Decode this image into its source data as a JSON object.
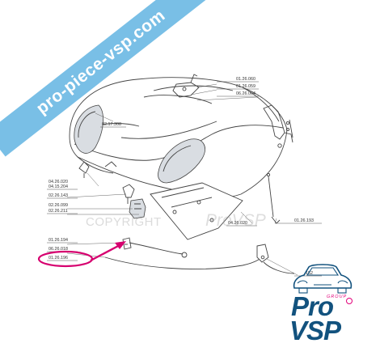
{
  "watermark": {
    "banner_text": "pro-piece-vsp.com",
    "copyright_text": "COPYRIGHT",
    "copyright_brand": "ProVSP"
  },
  "labels": {
    "p_01_26_060": "01.26.060",
    "p_01_26_059": "01.26.059",
    "p_06_26_004": "06.26.004",
    "p_02_17_308": "02.17.308",
    "p_04_26_020": "04.26.020",
    "p_04_15_204": "04.15.204",
    "p_02_26_143": "02.26.143",
    "p_02_26_099": "02.26.099",
    "p_02_26_211": "02.26.211",
    "p_04_26_020b": "04.26.020",
    "p_01_26_193": "01.26.193",
    "p_01_26_194": "01.26.194",
    "p_06_26_018": "06.26.018",
    "p_01_26_196": "01.26.196",
    "p_152": "152"
  },
  "logo": {
    "group_text": "GROUP",
    "line1": "Pro",
    "line2": "VSP"
  },
  "colors": {
    "banner": "#79bfe6",
    "highlight": "#d6006f",
    "brand_blue": "#12527e",
    "brand_magenta": "#e2007a"
  }
}
